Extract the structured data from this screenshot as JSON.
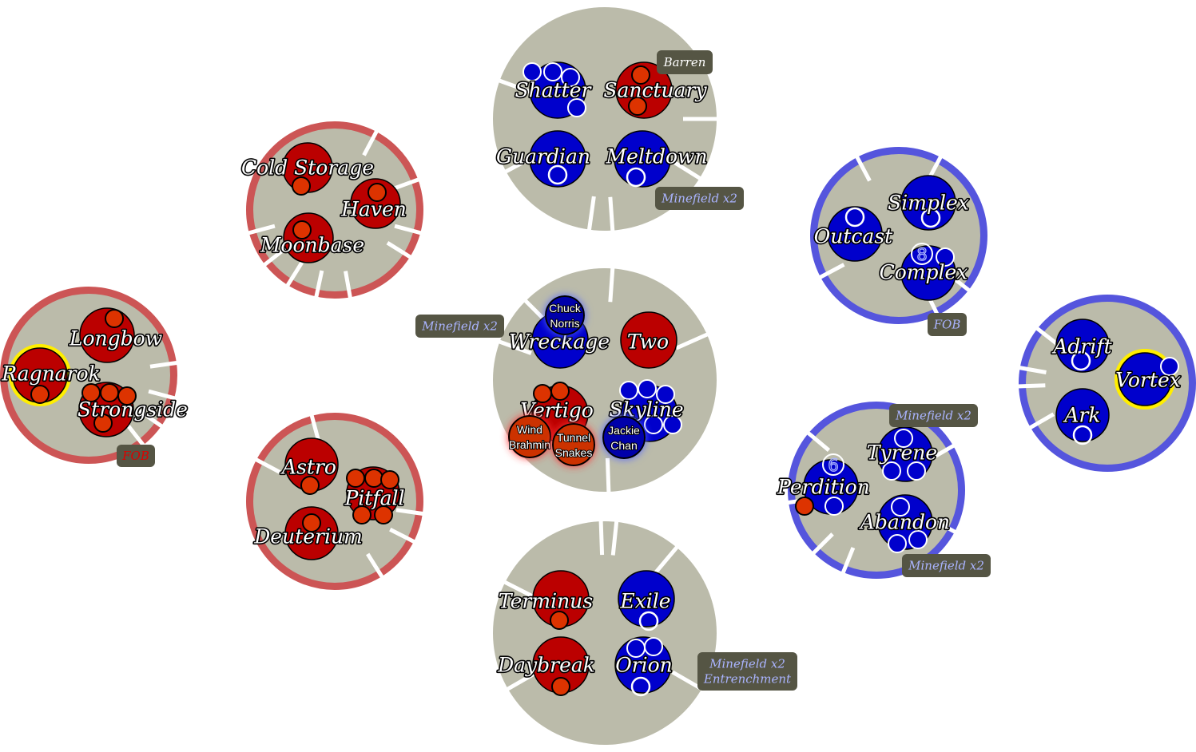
{
  "colors": {
    "red_planet": "#bb0000",
    "blue_planet": "#0000cc",
    "orange_token": "#dd3300",
    "system_fill": "#bbbbaa",
    "red_ring": "#cc5555",
    "blue_ring": "#5555dd",
    "selected_ring": "#ffee00",
    "badge_bg": "#555544",
    "badge_white_text": "#ffffff",
    "badge_blue_text": "#aab4ff",
    "badge_red_text": "#dd0000"
  },
  "systems": [
    {
      "id": "s-top",
      "ring": "none",
      "planets": [
        {
          "id": "shatter",
          "name": "Shatter",
          "faction": "blue",
          "tokens": "oooo"
        },
        {
          "id": "sanctuary",
          "name": "Sanctuary",
          "faction": "red",
          "tokens": "ff"
        },
        {
          "id": "guardian",
          "name": "Guardian",
          "faction": "blue",
          "tokens": "o"
        },
        {
          "id": "meltdown",
          "name": "Meltdown",
          "faction": "blue",
          "tokens": "o"
        }
      ]
    },
    {
      "id": "s-upper-left",
      "ring": "red",
      "planets": [
        {
          "id": "cold-storage",
          "name": "Cold Storage",
          "faction": "red",
          "tokens": "f"
        },
        {
          "id": "haven",
          "name": "Haven",
          "faction": "red",
          "tokens": "f"
        },
        {
          "id": "moonbase",
          "name": "Moonbase",
          "faction": "red",
          "tokens": "f"
        }
      ]
    },
    {
      "id": "s-far-left",
      "ring": "red",
      "planets": [
        {
          "id": "longbow",
          "name": "Longbow",
          "faction": "red",
          "tokens": "f"
        },
        {
          "id": "ragnarok",
          "name": "Ragnarok",
          "faction": "red",
          "tokens": "f",
          "selected": true
        },
        {
          "id": "strongside",
          "name": "Strongside",
          "faction": "red",
          "tokens": "fffff"
        }
      ]
    },
    {
      "id": "s-lower-left",
      "ring": "red",
      "planets": [
        {
          "id": "astro",
          "name": "Astro",
          "faction": "red",
          "tokens": "f"
        },
        {
          "id": "pitfall",
          "name": "Pitfall",
          "faction": "red",
          "tokens": "ffffff"
        },
        {
          "id": "deuterium",
          "name": "Deuterium",
          "faction": "red",
          "tokens": "f"
        }
      ]
    },
    {
      "id": "s-center",
      "ring": "none",
      "planets": [
        {
          "id": "wreckage",
          "name": "Wreckage",
          "faction": "blue",
          "tokens": ""
        },
        {
          "id": "two",
          "name": "Two",
          "faction": "red",
          "tokens": ""
        },
        {
          "id": "vertigo",
          "name": "Vertigo",
          "faction": "red",
          "tokens": "ff"
        },
        {
          "id": "skyline",
          "name": "Skyline",
          "faction": "blue",
          "tokens": "oooooo"
        }
      ]
    },
    {
      "id": "s-bottom",
      "ring": "none",
      "planets": [
        {
          "id": "terminus",
          "name": "Terminus",
          "faction": "red",
          "tokens": "f"
        },
        {
          "id": "exile",
          "name": "Exile",
          "faction": "blue",
          "tokens": "o"
        },
        {
          "id": "daybreak",
          "name": "Daybreak",
          "faction": "red",
          "tokens": "f"
        },
        {
          "id": "orion",
          "name": "Orion",
          "faction": "blue",
          "tokens": "ooo"
        }
      ]
    },
    {
      "id": "s-upper-right",
      "ring": "blue",
      "planets": [
        {
          "id": "simplex",
          "name": "Simplex",
          "faction": "blue",
          "tokens": "o"
        },
        {
          "id": "outcast",
          "name": "Outcast",
          "faction": "blue",
          "tokens": "o"
        },
        {
          "id": "complex",
          "name": "Complex",
          "faction": "blue",
          "tokens": "o",
          "count": "8"
        }
      ]
    },
    {
      "id": "s-far-right",
      "ring": "blue",
      "planets": [
        {
          "id": "adrift",
          "name": "Adrift",
          "faction": "blue",
          "tokens": "o"
        },
        {
          "id": "vortex",
          "name": "Vortex",
          "faction": "blue",
          "tokens": "o",
          "selected": true
        },
        {
          "id": "ark",
          "name": "Ark",
          "faction": "blue",
          "tokens": "o"
        }
      ]
    },
    {
      "id": "s-lower-right",
      "ring": "blue",
      "planets": [
        {
          "id": "tyrene",
          "name": "Tyrene",
          "faction": "blue",
          "tokens": "ooo"
        },
        {
          "id": "perdition",
          "name": "Perdition",
          "faction": "blue",
          "tokens": "fo",
          "count": "6"
        },
        {
          "id": "abandon",
          "name": "Abandon",
          "faction": "blue",
          "tokens": "ooo"
        }
      ]
    }
  ],
  "heroes": [
    {
      "id": "chuck-norris",
      "lines": [
        "Chuck",
        "Norris"
      ],
      "faction": "blue"
    },
    {
      "id": "wind-brahmin",
      "lines": [
        "Wind",
        "Brahmin"
      ],
      "faction": "red"
    },
    {
      "id": "tunnel-snakes",
      "lines": [
        "Tunnel",
        "Snakes"
      ],
      "faction": "red"
    },
    {
      "id": "jackie-chan",
      "lines": [
        "Jackie",
        "Chan"
      ],
      "faction": "blue"
    }
  ],
  "badges": [
    {
      "id": "barren",
      "lines": [
        "Barren"
      ],
      "color": "white"
    },
    {
      "id": "top-minefield",
      "lines": [
        "Minefield x2"
      ],
      "color": "blue"
    },
    {
      "id": "center-minefield",
      "lines": [
        "Minefield x2"
      ],
      "color": "blue"
    },
    {
      "id": "left-fob",
      "lines": [
        "FOB"
      ],
      "color": "red"
    },
    {
      "id": "right-fob",
      "lines": [
        "FOB"
      ],
      "color": "blue"
    },
    {
      "id": "tyrene-minefield",
      "lines": [
        "Minefield x2"
      ],
      "color": "blue"
    },
    {
      "id": "abandon-minefield",
      "lines": [
        "Minefield x2"
      ],
      "color": "blue"
    },
    {
      "id": "bottom-effects",
      "lines": [
        "Minefield x2",
        "Entrenchment"
      ],
      "color": "blue"
    }
  ]
}
